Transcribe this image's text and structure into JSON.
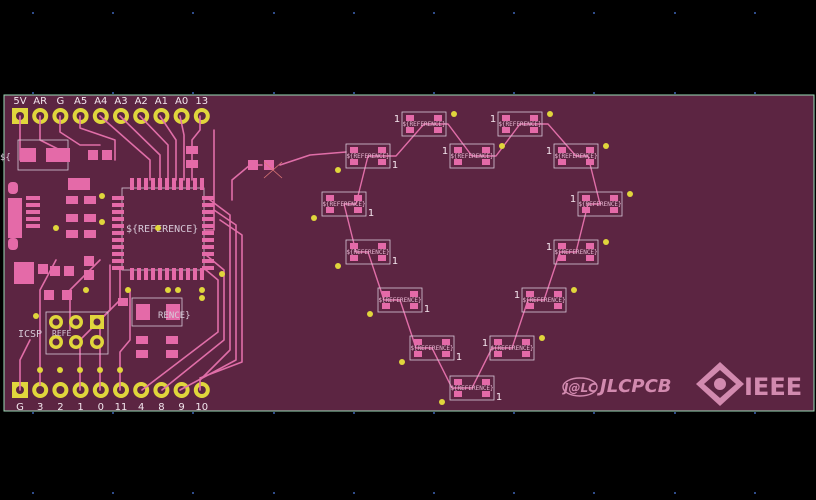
{
  "header_pins": [
    "5V",
    "AR",
    "G",
    "A5",
    "A4",
    "A3",
    "A2",
    "A1",
    "A0",
    "13"
  ],
  "footer_pins": [
    "G",
    "3",
    "2",
    "1",
    "0",
    "11",
    "4",
    "8",
    "9",
    "10"
  ],
  "icsp_label": "ICSP",
  "mcu_reference": "${REFERENCE}",
  "led_reference": "${REFERENCE}",
  "led_pin_marker": "1",
  "left_reference": "${",
  "lower_reference": "RENCE}",
  "icsp_reference_partial": "REFE",
  "brand_jlc_small": "J@LC",
  "brand_jlcpcb": "JLCPCB",
  "brand_ieee": "IEEE",
  "colors": {
    "board": "#5c2542",
    "board_edge": "#9cdcb8",
    "copper": "#e06ea8",
    "via": "#e0d63c",
    "silkscreen": "#d7c9d8",
    "grid_dot": "#2f4c8a"
  }
}
